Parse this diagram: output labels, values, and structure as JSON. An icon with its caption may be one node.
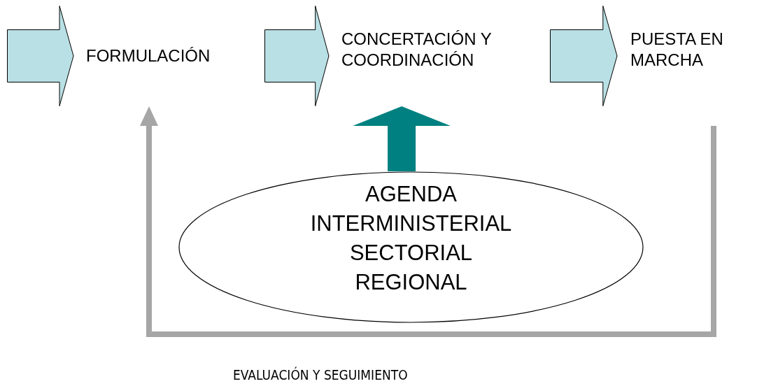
{
  "diagram": {
    "nodes": [
      {
        "text": [],
        "shape": "arrow",
        "beside": [
          "FORMULACIÓN"
        ]
      },
      {
        "text": [],
        "shape": "arrow",
        "beside": [
          "CONCERTACIÓN Y COORDINACIÓN"
        ]
      },
      {
        "text": [],
        "shape": "arrow",
        "beside": [
          "PUESTA EN MARCHA"
        ]
      },
      {
        "text": [
          "AGENDA INTERMINISTERIAL SECTORIAL REGIONAL"
        ]
      }
    ],
    "edges": [
      {
        "from": 3,
        "to": 1,
        "arrow": "to",
        "style": "thick",
        "color": "#008080"
      },
      {
        "from": null,
        "to": 0,
        "arrow": "to",
        "color": "#a6a6a6",
        "label": "EVALUACIÓN Y SEGUIMIENTO"
      }
    ]
  }
}
